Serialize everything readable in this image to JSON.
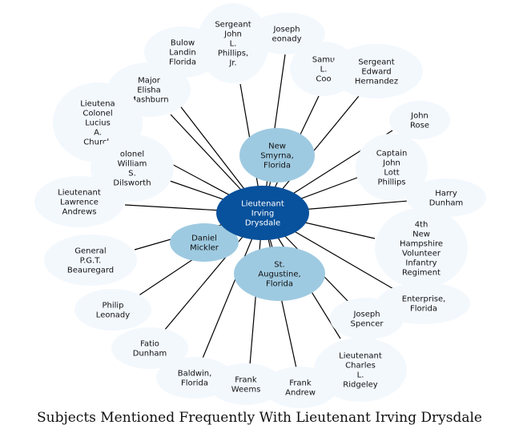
{
  "title": "Subjects Mentioned Frequently With Lieutenant Irving Drysdale",
  "colors": {
    "center": "#08519c",
    "mid": "#9ecae1",
    "outer": "#f3f8fd",
    "edge": "#000000",
    "text": "#111111"
  },
  "center": {
    "id": "center",
    "lines": [
      "Lieutenant",
      "Irving",
      "Drysdale"
    ]
  },
  "nodes": [
    {
      "id": "bulow-landing",
      "tier": "outer",
      "lines": [
        "Bulow",
        "Landin",
        "Florida"
      ]
    },
    {
      "id": "sergeant-john-phillips",
      "tier": "outer",
      "lines": [
        "Sergeant",
        "John",
        "L.",
        "Phillips,",
        "Jr."
      ]
    },
    {
      "id": "joseph-leonardy",
      "tier": "outer",
      "lines": [
        "Joseph",
        "eonady"
      ]
    },
    {
      "id": "samuel-cook",
      "tier": "outer",
      "lines": [
        "Samu",
        "L.",
        "Coo"
      ]
    },
    {
      "id": "sergeant-edward-hernandez",
      "tier": "outer",
      "lines": [
        "Sergeant",
        "Edward",
        "Hernandez"
      ]
    },
    {
      "id": "major-elisha-mashburn",
      "tier": "outer",
      "lines": [
        "Major",
        "Elisha",
        "Mashburn"
      ]
    },
    {
      "id": "lt-col-lucius-church",
      "tier": "outer",
      "lines": [
        "Lieutena",
        "Colonel",
        "Lucius",
        "A.",
        "Church"
      ]
    },
    {
      "id": "colonel-william-dilsworth",
      "tier": "outer",
      "lines": [
        "olonel",
        "William",
        "S.",
        "Dilsworth"
      ]
    },
    {
      "id": "lt-lawrence-andrews",
      "tier": "outer",
      "lines": [
        "Lieutenant",
        "Lawrence",
        "Andrews"
      ]
    },
    {
      "id": "general-beauregard",
      "tier": "outer",
      "lines": [
        "General",
        "P.G.T.",
        "Beauregard"
      ]
    },
    {
      "id": "philip-leonady",
      "tier": "outer",
      "lines": [
        "Philip",
        "Leonady"
      ]
    },
    {
      "id": "fatio-dunham",
      "tier": "outer",
      "lines": [
        "Fatio",
        "Dunham"
      ]
    },
    {
      "id": "baldwin-florida",
      "tier": "outer",
      "lines": [
        "Baldwin,",
        "Florida"
      ]
    },
    {
      "id": "frank-weems",
      "tier": "outer",
      "lines": [
        "Frank",
        "Weems"
      ]
    },
    {
      "id": "frank-andrew",
      "tier": "outer",
      "lines": [
        "Frank",
        "Andrew"
      ]
    },
    {
      "id": "lt-charles-ridgeley",
      "tier": "outer",
      "lines": [
        "Lieutenant",
        "Charles",
        "L.",
        "Ridgeley"
      ]
    },
    {
      "id": "joseph-spencer",
      "tier": "outer",
      "lines": [
        "Joseph",
        "Spencer"
      ]
    },
    {
      "id": "enterprise-florida",
      "tier": "outer",
      "lines": [
        "Enterprise,",
        "Florida"
      ]
    },
    {
      "id": "4th-nh-volunteer-infantry",
      "tier": "outer",
      "lines": [
        "4th",
        "New",
        "Hampshire",
        "Volunteer",
        "Infantry",
        "Regiment"
      ]
    },
    {
      "id": "harry-dunham",
      "tier": "outer",
      "lines": [
        "Harry",
        "Dunham"
      ]
    },
    {
      "id": "captain-john-phillips",
      "tier": "outer",
      "lines": [
        "Captain",
        "John",
        "Lott",
        "Phillips"
      ]
    },
    {
      "id": "john-rose",
      "tier": "outer",
      "lines": [
        "John",
        "Rose"
      ]
    },
    {
      "id": "new-smyrna-florida",
      "tier": "mid",
      "lines": [
        "New",
        "Smyrna,",
        "Florida"
      ]
    },
    {
      "id": "daniel-mickler",
      "tier": "mid",
      "lines": [
        "Daniel",
        "Mickler"
      ]
    },
    {
      "id": "st-augustine-florida",
      "tier": "mid",
      "lines": [
        "St.",
        "Augustine,",
        "Florida"
      ]
    }
  ]
}
